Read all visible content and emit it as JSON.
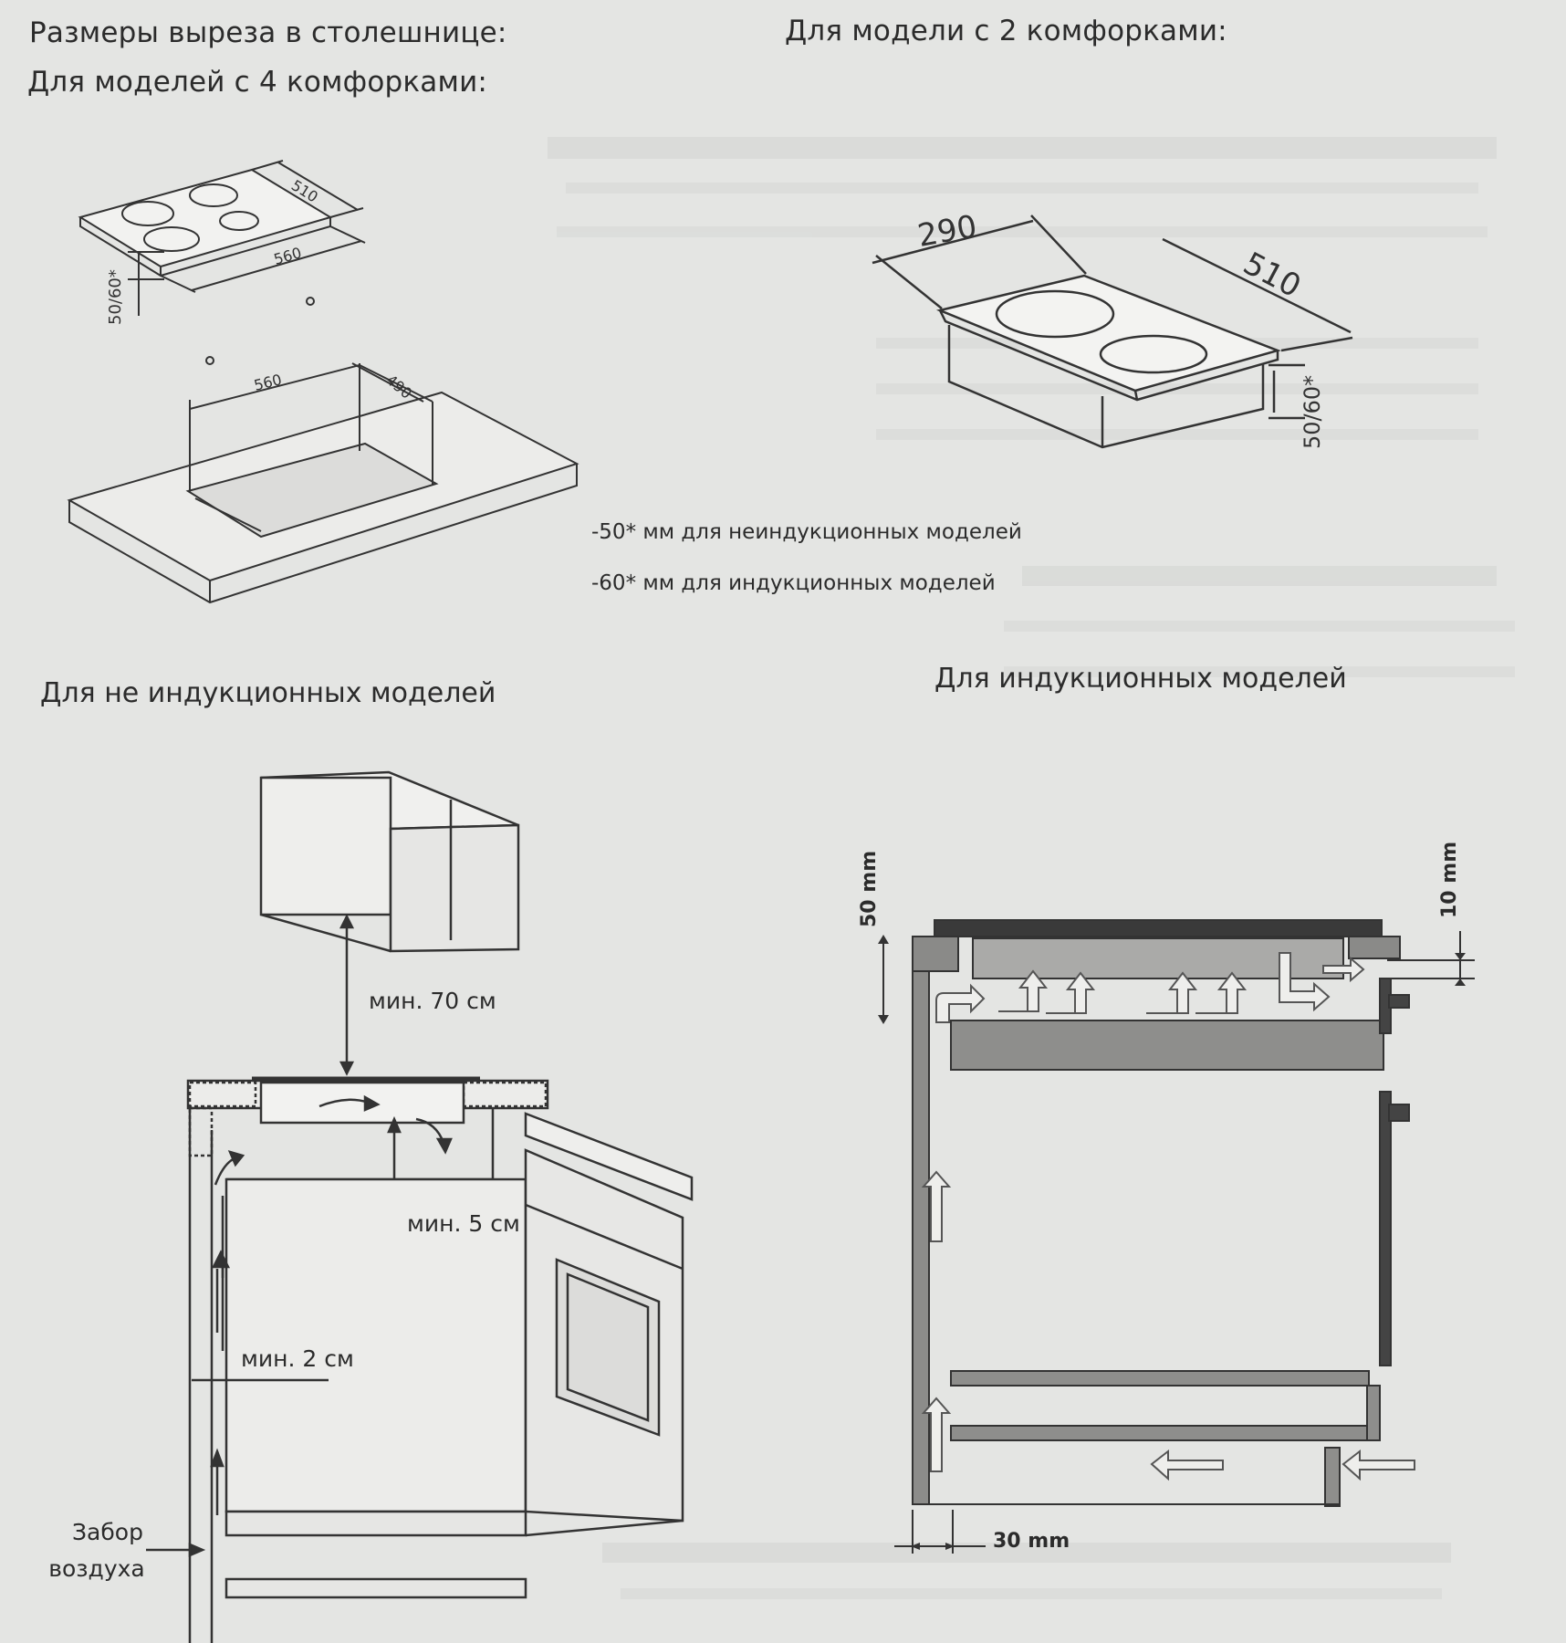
{
  "header": {
    "cutout_title": "Размеры выреза в столешнице:",
    "four_burner_title": "Для моделей с 4 комфорками:",
    "two_burner_title": "Для модели с 2 комфорками:"
  },
  "four_burner_diagram": {
    "dim_width": "510",
    "dim_depth": "560",
    "dim_height": "50/60*",
    "cutout_width": "560",
    "cutout_depth": "490"
  },
  "two_burner_diagram": {
    "dim_width": "290",
    "dim_depth": "510",
    "dim_height": "50/60*"
  },
  "notes": {
    "non_induction": "-50* мм для неиндукционных моделей",
    "induction": "-60* мм для индукционных моделей"
  },
  "sections": {
    "non_induction_title": "Для не индукционных моделей",
    "induction_title": "Для индукционных моделей"
  },
  "non_induction_diagram": {
    "min_70": "мин. 70 см",
    "min_5": "мин. 5 см",
    "min_2": "мин. 2 см",
    "air_intake_line1": "Забор",
    "air_intake_line2": "воздуха"
  },
  "induction_diagram": {
    "gap_50": "50 mm",
    "gap_10": "10 mm",
    "gap_30": "30 mm"
  }
}
